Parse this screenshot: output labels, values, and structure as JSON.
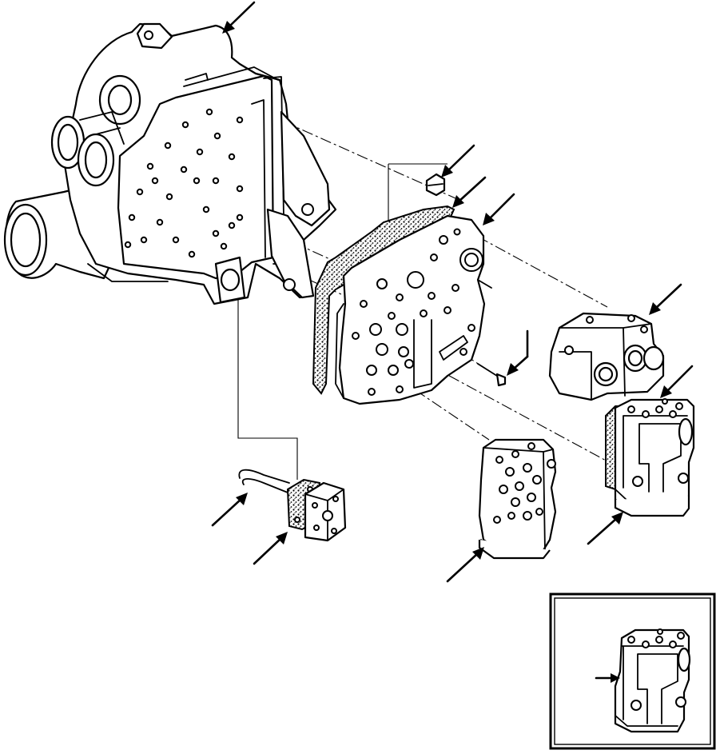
{
  "figure": {
    "background": "#ffffff",
    "ink": "#000000"
  },
  "parts": [
    {
      "id": "transmission-housing",
      "icon": "housing"
    },
    {
      "id": "plug",
      "icon": "plug"
    },
    {
      "id": "gasket",
      "icon": "gasket"
    },
    {
      "id": "separator-plate",
      "icon": "plate"
    },
    {
      "id": "valve-body-right",
      "icon": "valve-block"
    },
    {
      "id": "screw",
      "icon": "screw"
    },
    {
      "id": "valve-body-lower-right",
      "icon": "valve-block"
    },
    {
      "id": "valve-body-center",
      "icon": "valve-block"
    },
    {
      "id": "hose",
      "icon": "hose"
    },
    {
      "id": "cover-plate",
      "icon": "cover"
    }
  ],
  "detail_inset": {
    "icon": "valve-block-detail"
  }
}
